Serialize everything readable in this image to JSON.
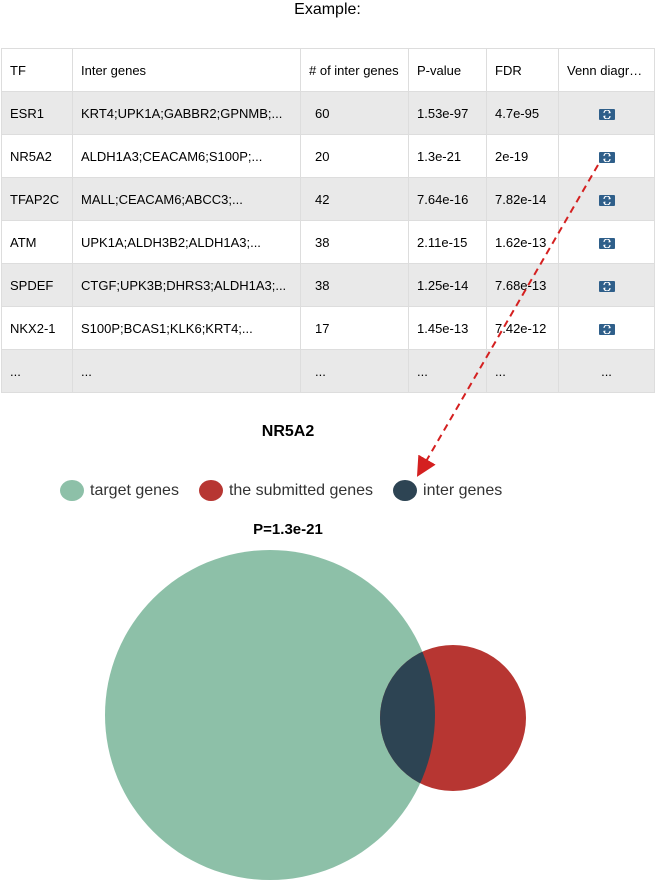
{
  "heading": "Example:",
  "table": {
    "columns": [
      "TF",
      "Inter genes",
      "# of inter genes",
      "P-value",
      "FDR",
      "Venn diagram"
    ],
    "rows": [
      {
        "tf": "ESR1",
        "genes": "KRT4;UPK1A;GABBR2;GPNMB;...",
        "count": "60",
        "p": "1.53e-97",
        "fdr": "4.7e-95"
      },
      {
        "tf": "NR5A2",
        "genes": "ALDH1A3;CEACAM6;S100P;...",
        "count": "20",
        "p": "1.3e-21",
        "fdr": "2e-19"
      },
      {
        "tf": "TFAP2C",
        "genes": "MALL;CEACAM6;ABCC3;...",
        "count": "42",
        "p": "7.64e-16",
        "fdr": "7.82e-14"
      },
      {
        "tf": "ATM",
        "genes": "UPK1A;ALDH3B2;ALDH1A3;...",
        "count": "38",
        "p": "2.11e-15",
        "fdr": "1.62e-13"
      },
      {
        "tf": "SPDEF",
        "genes": "CTGF;UPK3B;DHRS3;ALDH1A3;...",
        "count": "38",
        "p": "1.25e-14",
        "fdr": "7.68e-13"
      },
      {
        "tf": "NKX2-1",
        "genes": "S100P;BCAS1;KLK6;KRT4;...",
        "count": "17",
        "p": "1.45e-13",
        "fdr": "7.42e-12"
      },
      {
        "tf": "...",
        "genes": "...",
        "count": "...",
        "p": "...",
        "fdr": "..."
      }
    ],
    "venn_icon": "refresh-icon"
  },
  "venn": {
    "title": "NR5A2",
    "pvalue_label": "P=1.3e-21",
    "legend": [
      {
        "label": "target genes",
        "color": "#8dc0a8"
      },
      {
        "label": "the submitted genes",
        "color": "#b73632"
      },
      {
        "label": "inter genes",
        "color": "#2d4453"
      }
    ],
    "colors": {
      "target": "#8dc0a8",
      "submitted": "#b73632",
      "inter": "#2d4453"
    }
  },
  "arrow_color": "#d42020"
}
